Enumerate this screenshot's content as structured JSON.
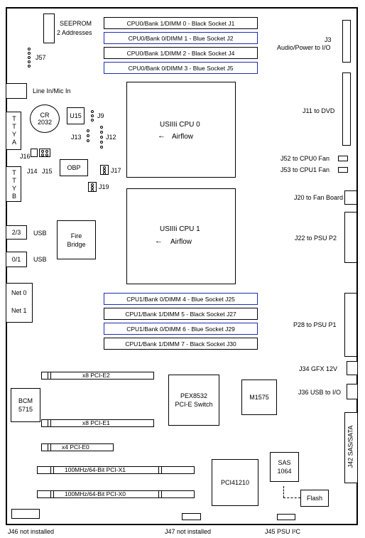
{
  "board": {
    "seeprom": "SEEPROM",
    "seeprom_sub": "2 Addresses",
    "j57": "J57",
    "line_in": "Line In/Mic In",
    "cr2032_a": "CR",
    "cr2032_b": "2032",
    "ttya": [
      "T",
      "T",
      "Y",
      "A"
    ],
    "ttyb": [
      "T",
      "T",
      "Y",
      "B"
    ],
    "u15": "U15",
    "j9": "J9",
    "j13": "J13",
    "j12": "J12",
    "j16": "J16",
    "j14": "J14",
    "j15": "J15",
    "obp": "OBP",
    "j17": "J17",
    "j19": "J19",
    "usb23_label": "2/3",
    "usb23_text": "USB",
    "usb01_label": "0/1",
    "usb01_text": "USB",
    "fire_a": "Fire",
    "fire_b": "Bridge",
    "net0": "Net 0",
    "net1": "Net 1",
    "bcm_a": "BCM",
    "bcm_b": "5715",
    "pex_a": "PEX8532",
    "pex_b": "PCI-E Switch",
    "m1575": "M1575",
    "pci41210": "PCI41210",
    "sas_a": "SAS",
    "sas_b": "1064",
    "flash": "Flash"
  },
  "dimms_top": [
    {
      "label": "CPU0/Bank 1/DIMM 0 - Black Socket J1",
      "color": "black"
    },
    {
      "label": "CPU0/Bank 0/DIMM 1 - Blue Socket J2",
      "color": "blue"
    },
    {
      "label": "CPU0/Bank 1/DIMM 2 - Black Socket J4",
      "color": "black"
    },
    {
      "label": "CPU0/Bank 0/DIMM 3 - Blue Socket J5",
      "color": "blue"
    }
  ],
  "dimms_bottom": [
    {
      "label": "CPU1/Bank 0/DIMM 4 - Blue Socket J25",
      "color": "blue"
    },
    {
      "label": "CPU1/Bank 1/DIMM 5 - Black Socket J27",
      "color": "black"
    },
    {
      "label": "CPU1/Bank 0/DIMM 6 - Blue Socket J29",
      "color": "blue"
    },
    {
      "label": "CPU1/Bank 1/DIMM 7 - Black Socket J30",
      "color": "black"
    }
  ],
  "cpu0": {
    "name": "USIIIi CPU 0",
    "airflow": "Airflow"
  },
  "cpu1": {
    "name": "USIIIi CPU 1",
    "airflow": "Airflow"
  },
  "right": {
    "j3_a": "J3",
    "j3_b": "Audio/Power to I/O",
    "j11": "J11 to DVD",
    "j52": "J52 to CPU0 Fan",
    "j53": "J53 to CPU1 Fan",
    "j20": "J20 to Fan Board",
    "j22": "J22 to PSU P2",
    "j28": "P28 to PSU P1",
    "j34": "J34 GFX 12V",
    "j36": "J36 USB to I/O",
    "j42": "J42 SAS/SATA"
  },
  "pci": {
    "e2": "x8 PCI-E2",
    "e1": "x8 PCI-E1",
    "e0": "x4 PCI-E0",
    "x1": "100MHz/64-Bit PCI-X1",
    "x0": "100MHz/64-Bit PCI-X0"
  },
  "bottom": {
    "j46": "J46 not installed",
    "j47": "J47 not installed",
    "j45": "J45 PSU I²C"
  },
  "colors": {
    "blue_dimm": "#1c2bb5",
    "outline": "#000000"
  }
}
